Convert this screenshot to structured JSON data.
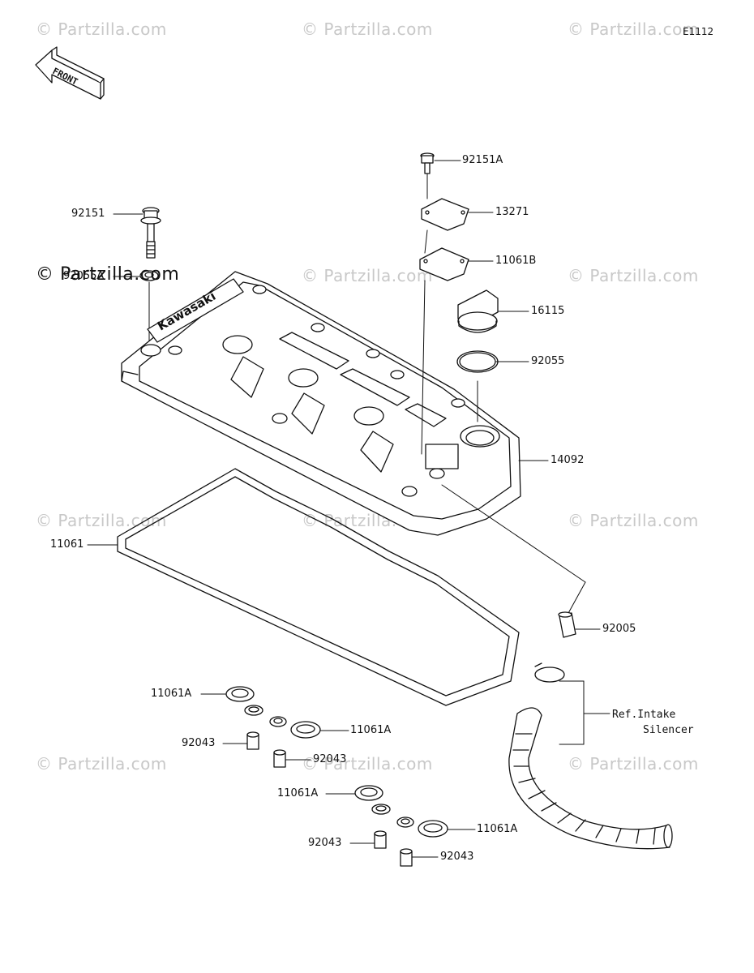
{
  "diagram": {
    "code": "E1112",
    "front_label": "FRONT",
    "brand_text": "Kawasaki",
    "watermark": "© Partzilla.com",
    "watermark_main": "© Partzilla.com",
    "ref_line1": "Ref.Intake",
    "ref_line2": "Silencer"
  },
  "parts": [
    {
      "id": "p92151",
      "number": "92151"
    },
    {
      "id": "p92055A",
      "number": "92055A"
    },
    {
      "id": "p92151A",
      "number": "92151A"
    },
    {
      "id": "p13271",
      "number": "13271"
    },
    {
      "id": "p11061B",
      "number": "11061B"
    },
    {
      "id": "p16115",
      "number": "16115"
    },
    {
      "id": "p92055",
      "number": "92055"
    },
    {
      "id": "p14092",
      "number": "14092"
    },
    {
      "id": "p11061",
      "number": "11061"
    },
    {
      "id": "p92005",
      "number": "92005"
    },
    {
      "id": "p11061A_1",
      "number": "11061A"
    },
    {
      "id": "p11061A_2",
      "number": "11061A"
    },
    {
      "id": "p92043_1",
      "number": "92043"
    },
    {
      "id": "p92043_2",
      "number": "92043"
    },
    {
      "id": "p11061A_3",
      "number": "11061A"
    },
    {
      "id": "p11061A_4",
      "number": "11061A"
    },
    {
      "id": "p92043_3",
      "number": "92043"
    },
    {
      "id": "p92043_4",
      "number": "92043"
    }
  ]
}
